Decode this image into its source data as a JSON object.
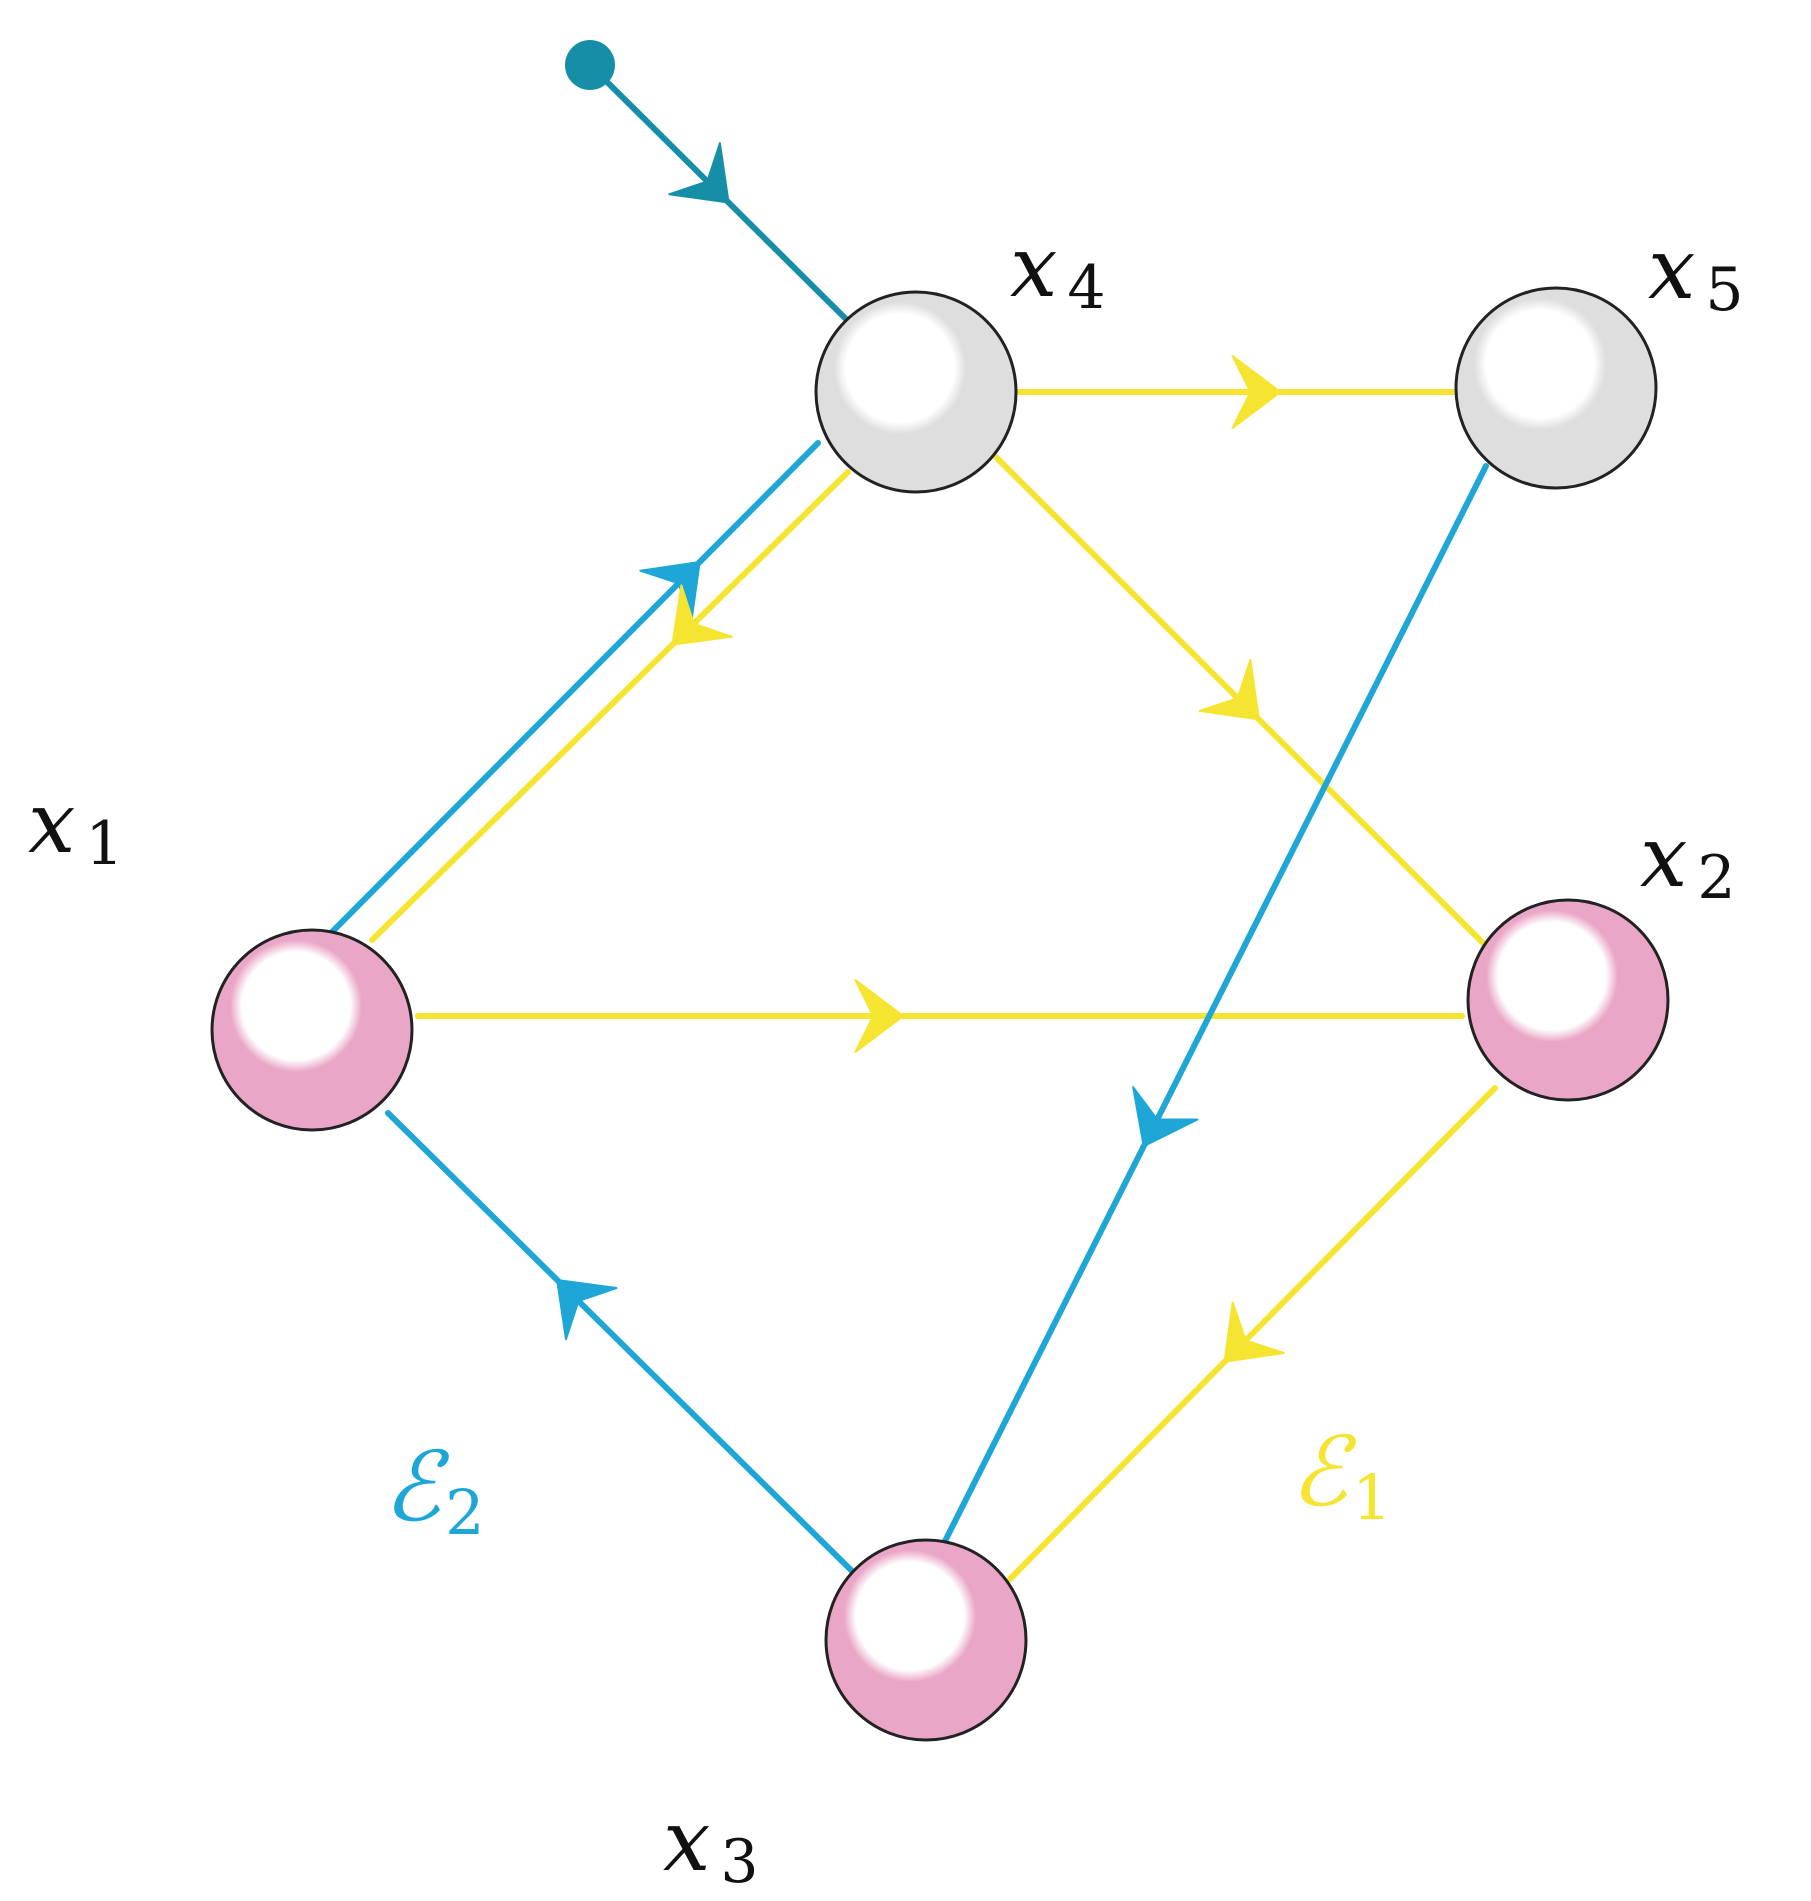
{
  "colors": {
    "blue": "#1ea6d6",
    "teal": "#178ea8",
    "yellow": "#f5e531",
    "grey_node": "#dedede",
    "pink_node": "#eaa6c7",
    "outline": "#222222"
  },
  "nodes": [
    {
      "id": "x1",
      "name": "x",
      "sub": "1",
      "kind": "pink"
    },
    {
      "id": "x2",
      "name": "x",
      "sub": "2",
      "kind": "pink"
    },
    {
      "id": "x3",
      "name": "x",
      "sub": "3",
      "kind": "pink"
    },
    {
      "id": "x4",
      "name": "x",
      "sub": "4",
      "kind": "grey"
    },
    {
      "id": "x5",
      "name": "x",
      "sub": "5",
      "kind": "grey"
    }
  ],
  "paths": [
    {
      "id": "eps1",
      "name": "ℰ",
      "sub": "1",
      "color": "yellow"
    },
    {
      "id": "eps2",
      "name": "ℰ",
      "sub": "2",
      "color": "blue"
    }
  ],
  "edges": [
    {
      "from": "start",
      "to": "x4",
      "color": "teal"
    },
    {
      "from": "x1",
      "to": "x4",
      "color": "blue"
    },
    {
      "from": "x4",
      "to": "x1",
      "color": "yellow"
    },
    {
      "from": "x4",
      "to": "x5",
      "color": "yellow"
    },
    {
      "from": "x4",
      "to": "x2",
      "color": "yellow"
    },
    {
      "from": "x1",
      "to": "x2",
      "color": "yellow"
    },
    {
      "from": "x5",
      "to": "x3",
      "color": "blue"
    },
    {
      "from": "x2",
      "to": "x3",
      "color": "yellow"
    },
    {
      "from": "x3",
      "to": "x1",
      "color": "blue"
    }
  ]
}
